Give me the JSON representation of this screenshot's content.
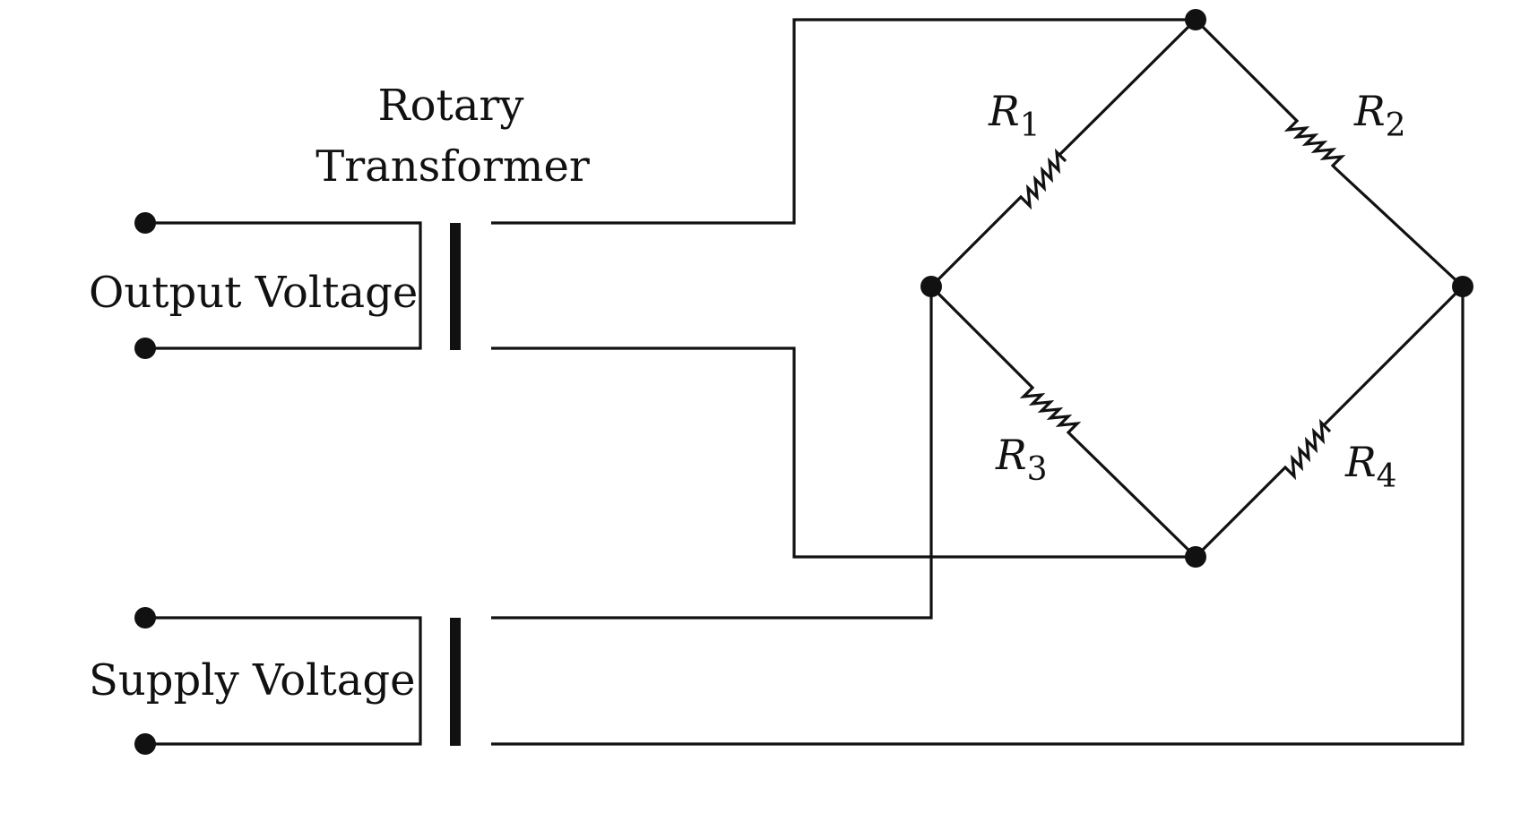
{
  "labels": {
    "transformer_line1": "Rotary",
    "transformer_line2": "Transformer",
    "output_voltage": "Output Voltage",
    "supply_voltage": "Supply Voltage"
  },
  "resistors": {
    "r1": {
      "letter": "R",
      "sub": "1"
    },
    "r2": {
      "letter": "R",
      "sub": "2"
    },
    "r3": {
      "letter": "R",
      "sub": "3"
    },
    "r4": {
      "letter": "R",
      "sub": "4"
    }
  },
  "colors": {
    "ink": "#111111",
    "background": "#ffffff"
  }
}
